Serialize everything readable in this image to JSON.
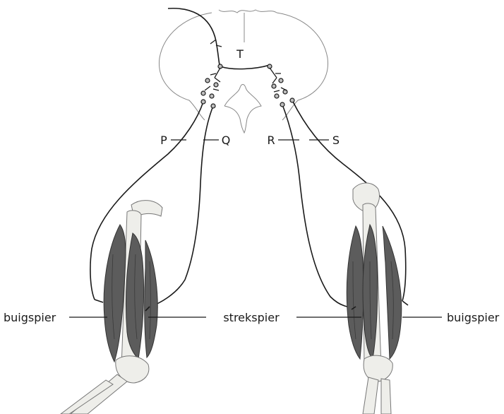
{
  "labels": {
    "T": "T",
    "P": "P",
    "Q": "Q",
    "R": "R",
    "S": "S",
    "flexor_left": "buigspier",
    "extensor": "strekspier",
    "flexor_right": "buigspier"
  }
}
